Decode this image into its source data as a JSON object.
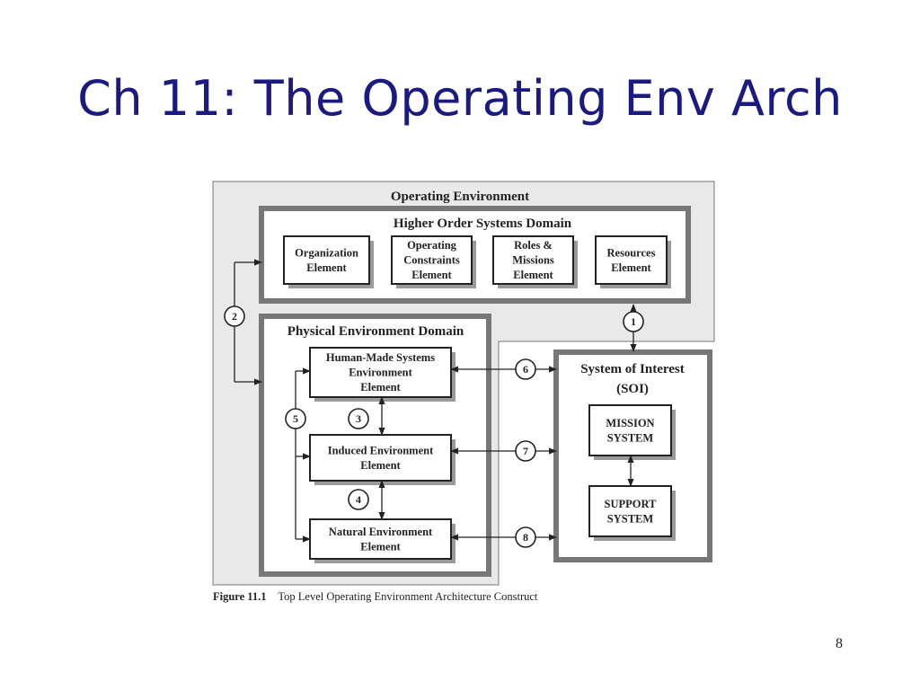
{
  "slide": {
    "title": "Ch 11: The Operating Env Arch",
    "page_number": "8"
  },
  "diagram": {
    "operating_environment": "Operating Environment",
    "higher_order": {
      "title": "Higher Order Systems Domain",
      "elements": [
        [
          "Organization",
          "Element"
        ],
        [
          "Operating",
          "Constraints",
          "Element"
        ],
        [
          "Roles &",
          "Missions",
          "Element"
        ],
        [
          "Resources",
          "Element"
        ]
      ]
    },
    "physical": {
      "title": "Physical Environment Domain",
      "elements": [
        [
          "Human-Made Systems",
          "Environment",
          "Element"
        ],
        [
          "Induced Environment",
          "Element"
        ],
        [
          "Natural Environment",
          "Element"
        ]
      ]
    },
    "soi": {
      "title": [
        "System of Interest",
        "(SOI)"
      ],
      "elements": [
        [
          "MISSION",
          "SYSTEM"
        ],
        [
          "SUPPORT",
          "SYSTEM"
        ]
      ]
    },
    "connectors": [
      "1",
      "2",
      "3",
      "4",
      "5",
      "6",
      "7",
      "8"
    ],
    "caption": {
      "label": "Figure 11.1",
      "text": "Top Level Operating Environment Architecture Construct"
    }
  }
}
